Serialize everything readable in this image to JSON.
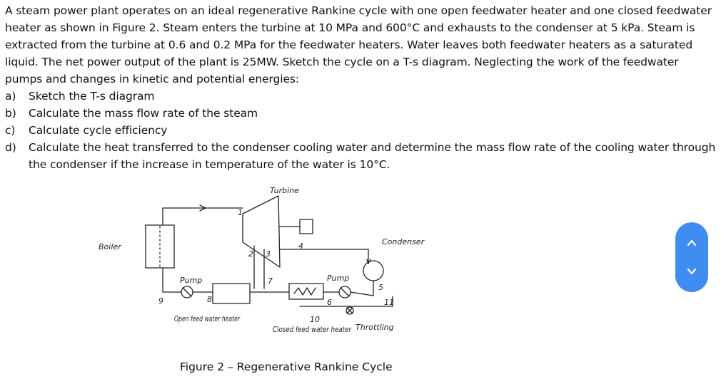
{
  "problem": {
    "intro": "A steam power plant operates on an ideal regenerative Rankine cycle with one open feedwater heater and one closed feedwater heater as shown in Figure 2. Steam enters the turbine at 10 MPa and 600°C and exhausts to the condenser at 5 kPa. Steam is extracted from the turbine at 0.6 and 0.2 MPa for the feedwater heaters. Water leaves both feedwater heaters as a saturated liquid. The net power output of the plant is 25MW. Sketch the cycle on a T-s diagram. Neglecting the work of the feedwater pumps and changes in kinetic and potential energies:",
    "parts": [
      {
        "label": "a)",
        "text": "Sketch the T-s diagram"
      },
      {
        "label": "b)",
        "text": "Calculate the mass flow rate of the steam"
      },
      {
        "label": "c)",
        "text": "Calculate cycle efficiency"
      },
      {
        "label": "d)",
        "text": "Calculate the heat transferred to the condenser cooling water and determine the mass flow rate of the cooling water through the condenser if the increase in temperature of the water is 10°C."
      }
    ]
  },
  "figure": {
    "caption": "Figure 2 – Regenerative Rankine Cycle",
    "labels": {
      "turbine": "Turbine",
      "boiler": "Boiler",
      "condenser": "Condenser",
      "pump_left": "Pump",
      "pump_right": "Pump",
      "open_fwh": "Open feed water heater",
      "closed_fwh": "Closed feed water heater",
      "throttling": "Throttling",
      "states": [
        "1",
        "2",
        "3",
        "4",
        "5",
        "6",
        "7",
        "8",
        "9",
        "10",
        "11"
      ]
    }
  },
  "nav": {
    "up_icon": "chevron-up-icon",
    "down_icon": "chevron-down-icon",
    "color": "#3f8df0"
  }
}
